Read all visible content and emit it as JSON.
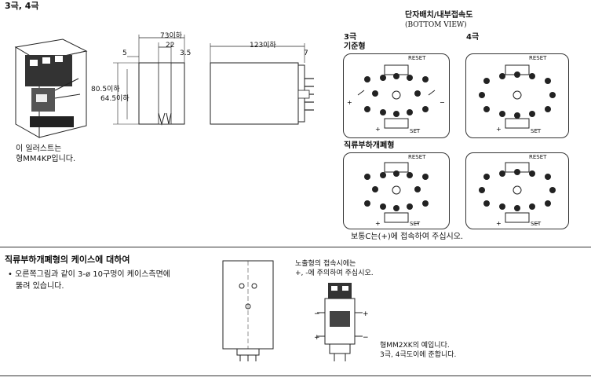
{
  "section_title": "3극, 4극",
  "illustration_caption_line1": "이 일러스트는",
  "illustration_caption_line2": "형MM4KP입니다.",
  "dims": {
    "width_outer": "73이하",
    "width_inner": "22",
    "width_small": "3.5",
    "left_offset": "5",
    "height_outer": "80.5이하",
    "height_inner": "64.5이하",
    "length": "123이하",
    "length_small": "7"
  },
  "terminal_title": "단자배치/내부접속도",
  "terminal_subtitle": "(BOTTOM VIEW)",
  "pole3_label": "3극",
  "standard_label": "기준형",
  "pole4_label": "4극",
  "dc_closed_label": "직류부하개폐형",
  "reset_label": "RESET",
  "set_label": "SET",
  "terminal_note": "보통C는(+)에 접속하여 주십시오.",
  "bottom_title": "직류부하개폐형의 케이스에 대하여",
  "bottom_bullet_line1": "• 오른쪽그림과 같이 3-ø 10구멍이 케이스측면에",
  "bottom_bullet_line2": "뚫려 있습니다.",
  "exposed_note_line1": "노출형의 접속시에는",
  "exposed_note_line2": "+, -에 주의하여 주십시오.",
  "model_note_line1": "형MM2XK의 예입니다.",
  "model_note_line2": "3극, 4극도이에 준합니다."
}
